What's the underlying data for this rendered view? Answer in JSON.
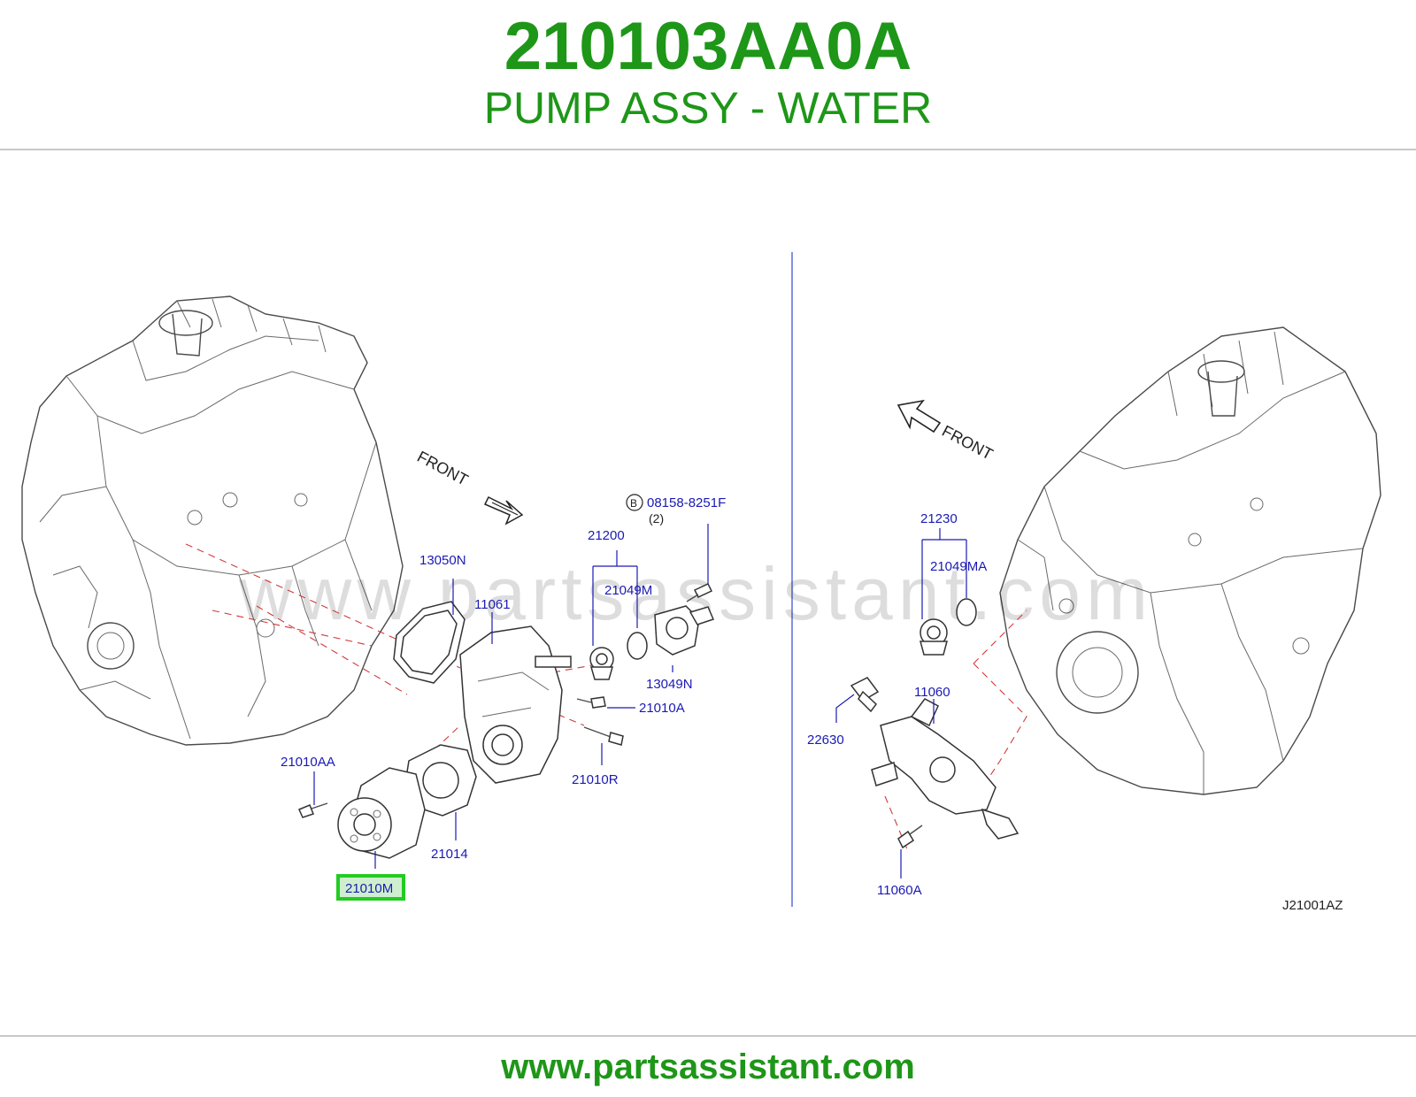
{
  "header": {
    "part_number": "210103AA0A",
    "part_name": "PUMP ASSY - WATER"
  },
  "footer": {
    "url": "www.partsassistant.com"
  },
  "diagram": {
    "watermark": "www.partsassistant.com",
    "front_left": "FRONT",
    "front_right": "FRONT",
    "drawing_code": "J21001AZ",
    "callout_b_letter": "B",
    "callout_b_part": "08158-8251F",
    "callout_b_qty": "(2)",
    "highlighted_part": "21010M",
    "labels": {
      "p13050N": "13050N",
      "p11061": "11061",
      "p21200": "21200",
      "p21049M": "21049M",
      "p13049N": "13049N",
      "p21010A": "21010A",
      "p21010R": "21010R",
      "p21010AA": "21010AA",
      "p21014": "21014",
      "p21230": "21230",
      "p21049MA": "21049MA",
      "p11060": "11060",
      "p22630": "22630",
      "p11060A": "11060A"
    }
  },
  "colors": {
    "brand_green": "#1e9618",
    "label_blue": "#1a1ab4",
    "highlight_green": "#22cc22",
    "dash_red": "#d23a3a"
  }
}
